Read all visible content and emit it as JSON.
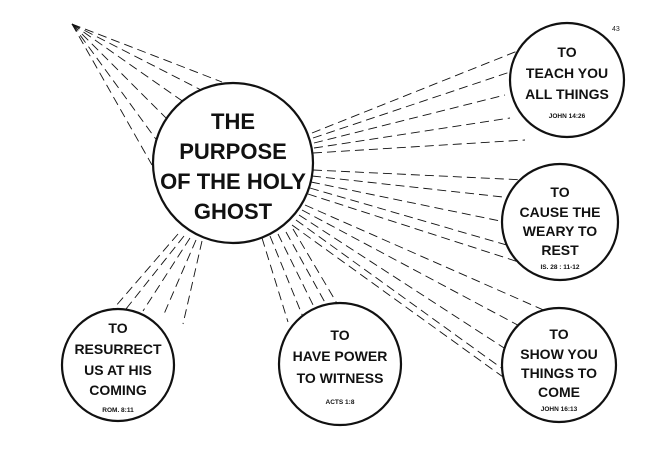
{
  "page_number": "43",
  "center": {
    "lines": [
      "THE",
      "PURPOSE",
      "OF THE HOLY",
      "GHOST"
    ]
  },
  "nodes": [
    {
      "id": "teach",
      "lines": [
        "TO",
        "TEACH YOU",
        "ALL THINGS"
      ],
      "ref": "JOHN 14:26"
    },
    {
      "id": "rest",
      "lines": [
        "TO",
        "CAUSE THE",
        "WEARY TO",
        "REST"
      ],
      "ref": "IS. 28 : 11-12"
    },
    {
      "id": "come",
      "lines": [
        "TO",
        "SHOW YOU",
        "THINGS TO",
        "COME"
      ],
      "ref": "JOHN 16:13"
    },
    {
      "id": "witness",
      "lines": [
        "TO",
        "HAVE POWER",
        "TO WITNESS"
      ],
      "ref": "ACTS 1:8"
    },
    {
      "id": "resurrect",
      "lines": [
        "TO",
        "RESURRECT",
        "US AT HIS",
        "COMING"
      ],
      "ref": "ROM. 8:11"
    }
  ],
  "colors": {
    "ink": "#111111",
    "paper": "#ffffff"
  }
}
